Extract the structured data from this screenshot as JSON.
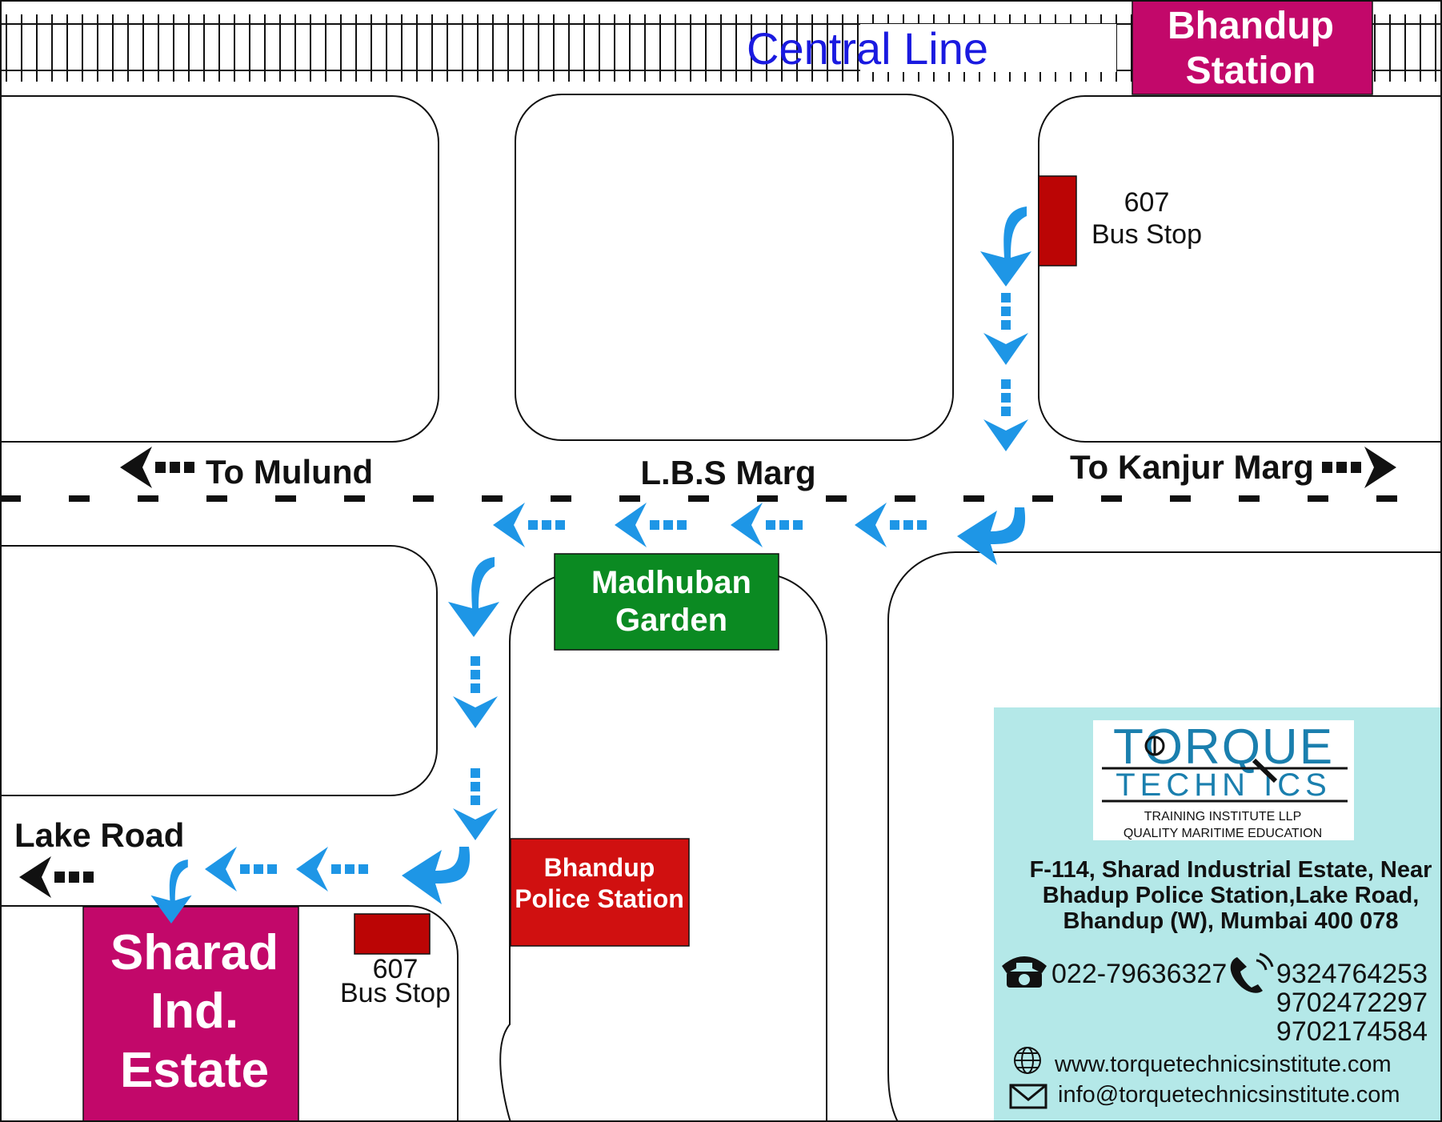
{
  "rail": {
    "label": "Central Line"
  },
  "station": {
    "line1": "Bhandup",
    "line2": "Station"
  },
  "bus_stop_top": {
    "number": "607",
    "label": "Bus Stop"
  },
  "bus_stop_bottom": {
    "number": "607",
    "label": "Bus Stop"
  },
  "roads": {
    "to_mulund": "To Mulund",
    "lbs_marg": "L.B.S Marg",
    "to_kanjur_marg": "To Kanjur Marg",
    "lake_road": "Lake Road"
  },
  "landmarks": {
    "madhuban": {
      "line1": "Madhuban",
      "line2": "Garden"
    },
    "police": {
      "line1": "Bhandup",
      "line2": "Police Station"
    }
  },
  "destination": {
    "line1": "Sharad",
    "line2": "Ind.",
    "line3": "Estate"
  },
  "info_panel": {
    "logo": {
      "word1": "TORQUE",
      "word2": "TECHN  ICS",
      "tagline1": "TRAINING INSTITUTE LLP",
      "tagline2": "QUALITY MARITIME EDUCATION"
    },
    "address": [
      "F-114, Sharad Industrial Estate, Near",
      "Bhadup Police Station,Lake Road,",
      "Bhandup (W), Mumbai 400 078"
    ],
    "landline": "022-79636327",
    "mobiles": [
      "9324764253",
      "9702472297",
      "9702174584"
    ],
    "website": "www.torquetechnicsinstitute.com",
    "email": "info@torquetechnicsinstitute.com"
  },
  "colors": {
    "route_arrow": "#1e96e6",
    "station_fill": "#c2086a",
    "destination_fill": "#c2086a",
    "garden_fill": "#0b8a22",
    "police_fill": "#d01010",
    "bus_stop_fill": "#bb0505",
    "info_panel_bg": "#b4e8e8",
    "rail_label": "#1a1ae0",
    "logo_blue": "#1a7fae"
  }
}
